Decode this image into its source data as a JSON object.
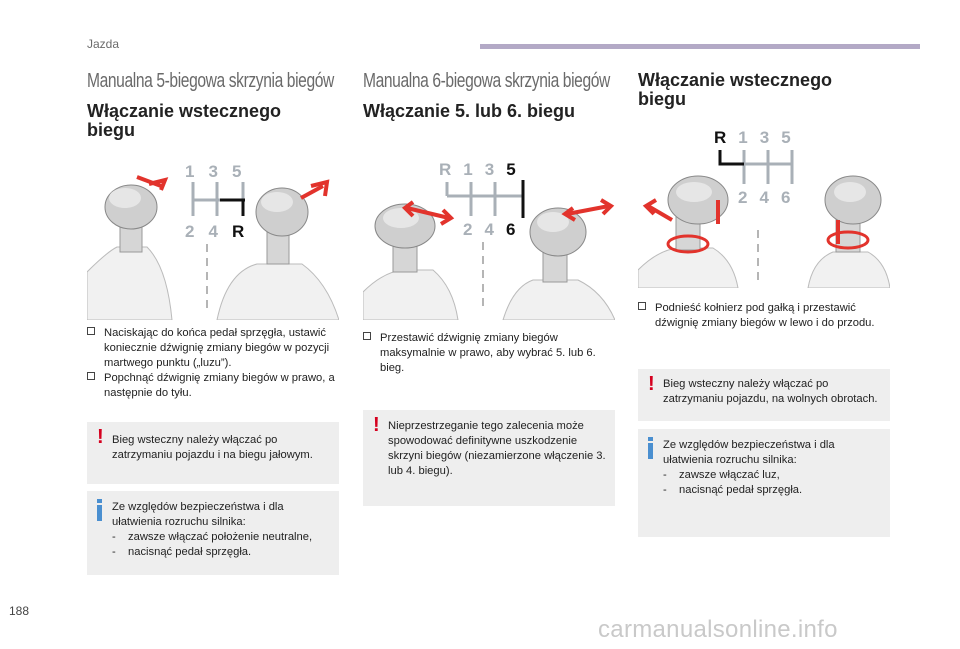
{
  "header": {
    "section": "Jazda"
  },
  "columns": [
    {
      "title": "Manualna 5-biegowa skrzynia biegów",
      "subtitle": "Włączanie wstecznego biegu",
      "gear_top": [
        "1",
        "3",
        "5"
      ],
      "gear_bottom": [
        "2",
        "4",
        "R"
      ],
      "bullets": [
        "Naciskając do końca pedał sprzęgła, ustawić koniecznie dźwignię zmiany biegów w pozycji martwego punktu („luzu”).",
        "Popchnąć dźwignię zmiany biegów w prawo, a następnie do tyłu."
      ],
      "warning": "Bieg wsteczny należy włączać po zatrzymaniu pojazdu i na biegu jałowym.",
      "info": {
        "intro": "Ze względów bezpieczeństwa i dla ułatwienia rozruchu silnika:",
        "items": [
          "zawsze włączać położenie neutralne,",
          "nacisnąć pedał sprzęgła."
        ]
      }
    },
    {
      "title": "Manualna 6-biegowa skrzynia biegów",
      "subtitle": "Włączanie 5. lub 6. biegu",
      "gear_top": [
        "R",
        "1",
        "3",
        "5"
      ],
      "gear_bottom": [
        "2",
        "4",
        "6"
      ],
      "bullets": [
        "Przestawić dźwignię zmiany biegów maksymalnie w prawo, aby wybrać 5. lub 6. bieg."
      ],
      "warning": "Nieprzestrzeganie tego zalecenia może spowodować definitywne uszkodzenie skrzyni biegów (niezamierzone włączenie 3. lub 4. biegu)."
    },
    {
      "title": "Włączanie wstecznego biegu",
      "gear_top": [
        "R",
        "1",
        "3",
        "5"
      ],
      "gear_bottom": [
        "2",
        "4",
        "6"
      ],
      "bullets": [
        "Podnieść kołnierz pod gałką i przestawić dźwignię zmiany biegów w lewo i do przodu."
      ],
      "warning": "Bieg wsteczny należy włączać po zatrzymaniu pojazdu, na wolnych obrotach.",
      "info": {
        "intro": "Ze względów bezpieczeństwa i dla ułatwienia rozruchu silnika:",
        "items": [
          "zawsze włączać luz,",
          "nacisnąć pedał sprzęgła."
        ]
      }
    }
  ],
  "footer": {
    "page_number": "188",
    "watermark": "carmanualsonline.info"
  },
  "colors": {
    "accent_bar": "#b3a9c6",
    "warning": "#d5001f",
    "info": "#4a8fd0",
    "arrow": "#e2332c",
    "gear_grey": "#a9b0b7"
  }
}
